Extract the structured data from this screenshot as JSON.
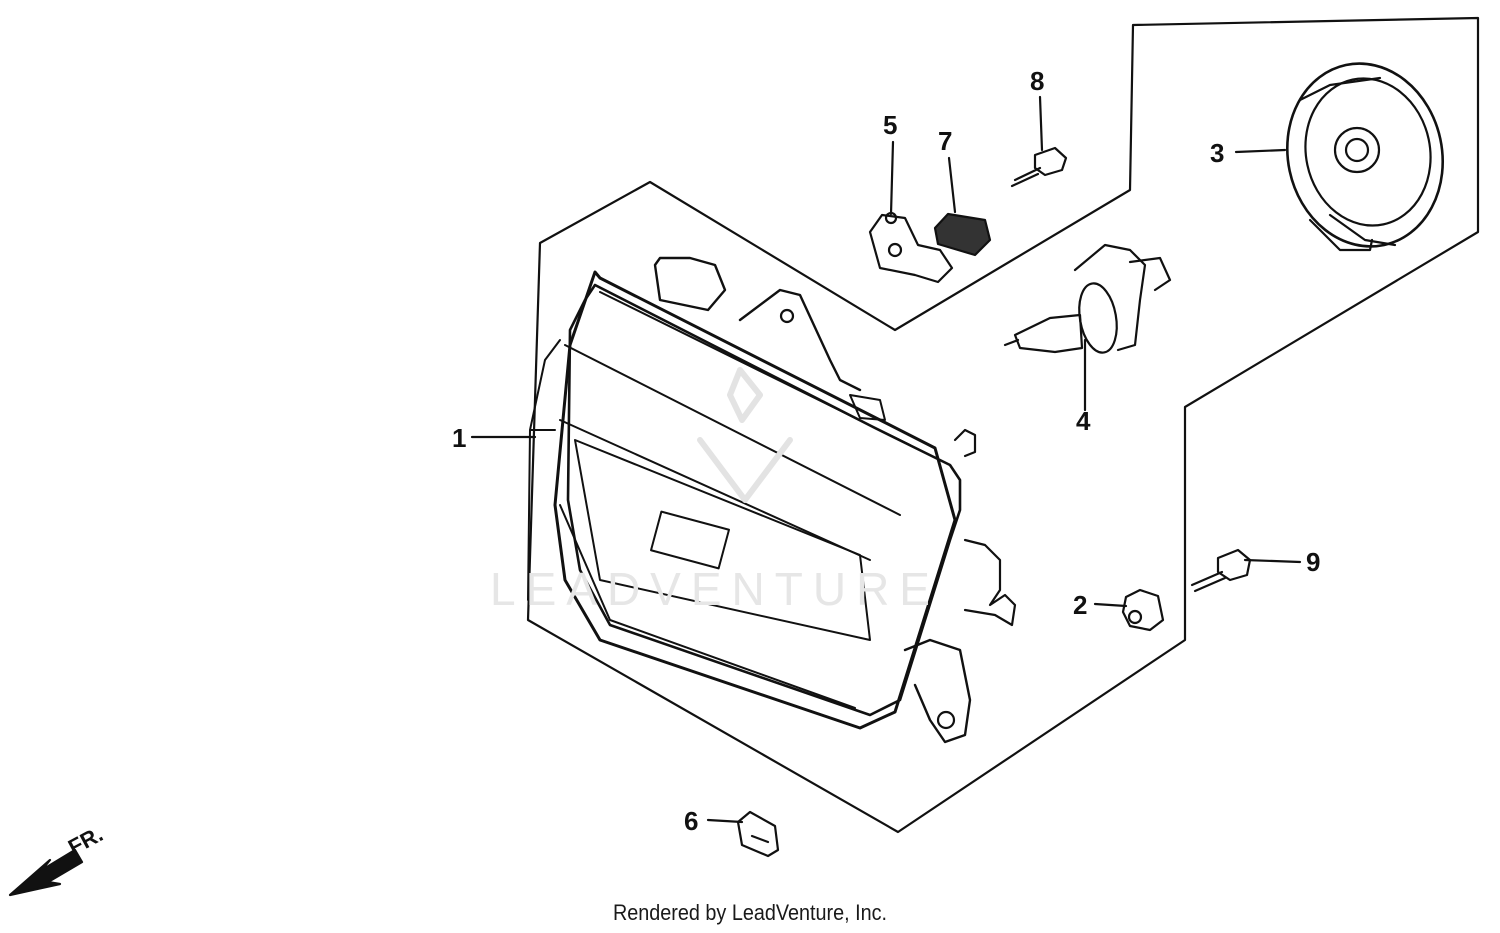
{
  "diagram": {
    "callouts": [
      {
        "id": "1",
        "label": "1"
      },
      {
        "id": "2",
        "label": "2"
      },
      {
        "id": "3",
        "label": "3"
      },
      {
        "id": "4",
        "label": "4"
      },
      {
        "id": "5",
        "label": "5"
      },
      {
        "id": "6",
        "label": "6"
      },
      {
        "id": "7",
        "label": "7"
      },
      {
        "id": "8",
        "label": "8"
      },
      {
        "id": "9",
        "label": "9"
      }
    ],
    "direction_indicator": "FR.",
    "watermark": "LEADVENTURE",
    "footer": "Rendered by LeadVenture, Inc."
  },
  "colors": {
    "line": "#111111",
    "background": "#ffffff",
    "watermark": "#e6e6e6"
  }
}
